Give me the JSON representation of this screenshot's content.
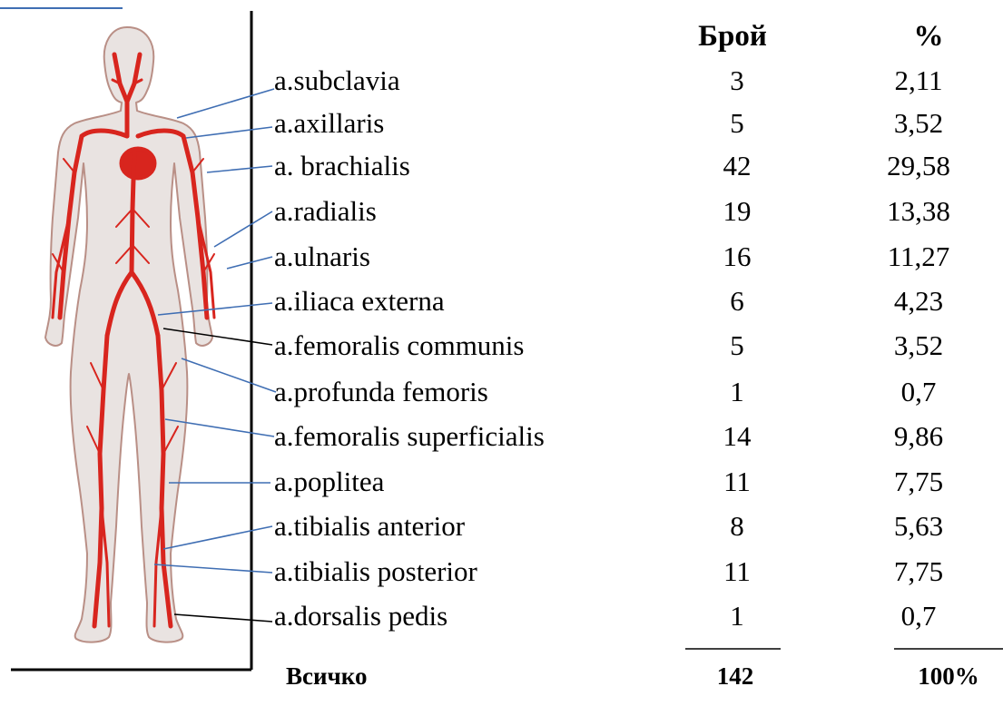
{
  "table": {
    "headers": {
      "count": "Брой",
      "percent": "%"
    },
    "rows": [
      {
        "artery": "a.subclavia",
        "count": "3",
        "percent": "2,11"
      },
      {
        "artery": "a.axillaris",
        "count": "5",
        "percent": "3,52"
      },
      {
        "artery": "a. brachialis",
        "count": "42",
        "percent": "29,58"
      },
      {
        "artery": "a.radialis",
        "count": "19",
        "percent": "13,38"
      },
      {
        "artery": "a.ulnaris",
        "count": "16",
        "percent": "11,27"
      },
      {
        "artery": "a.iliaca externa",
        "count": "6",
        "percent": "4,23"
      },
      {
        "artery": "a.femoralis communis",
        "count": "5",
        "percent": "3,52"
      },
      {
        "artery": "a.profunda femoris",
        "count": "1",
        "percent": "0,7"
      },
      {
        "artery": "a.femoralis superficialis",
        "count": "14",
        "percent": "9,86"
      },
      {
        "artery": "a.poplitea",
        "count": "11",
        "percent": "7,75"
      },
      {
        "artery": "a.tibialis anterior",
        "count": "8",
        "percent": "5,63"
      },
      {
        "artery": "a.tibialis posterior",
        "count": "11",
        "percent": "7,75"
      },
      {
        "artery": "a.dorsalis pedis",
        "count": "1",
        "percent": "0,7"
      }
    ],
    "total": {
      "label": "Всичко",
      "count": "142",
      "percent": "100%"
    }
  },
  "colors": {
    "artery": "#d8251e",
    "skin": "#e9e3e1",
    "skin_outline": "#b98f86",
    "leader_blue": "#3f6eb3",
    "leader_black": "#000000"
  }
}
